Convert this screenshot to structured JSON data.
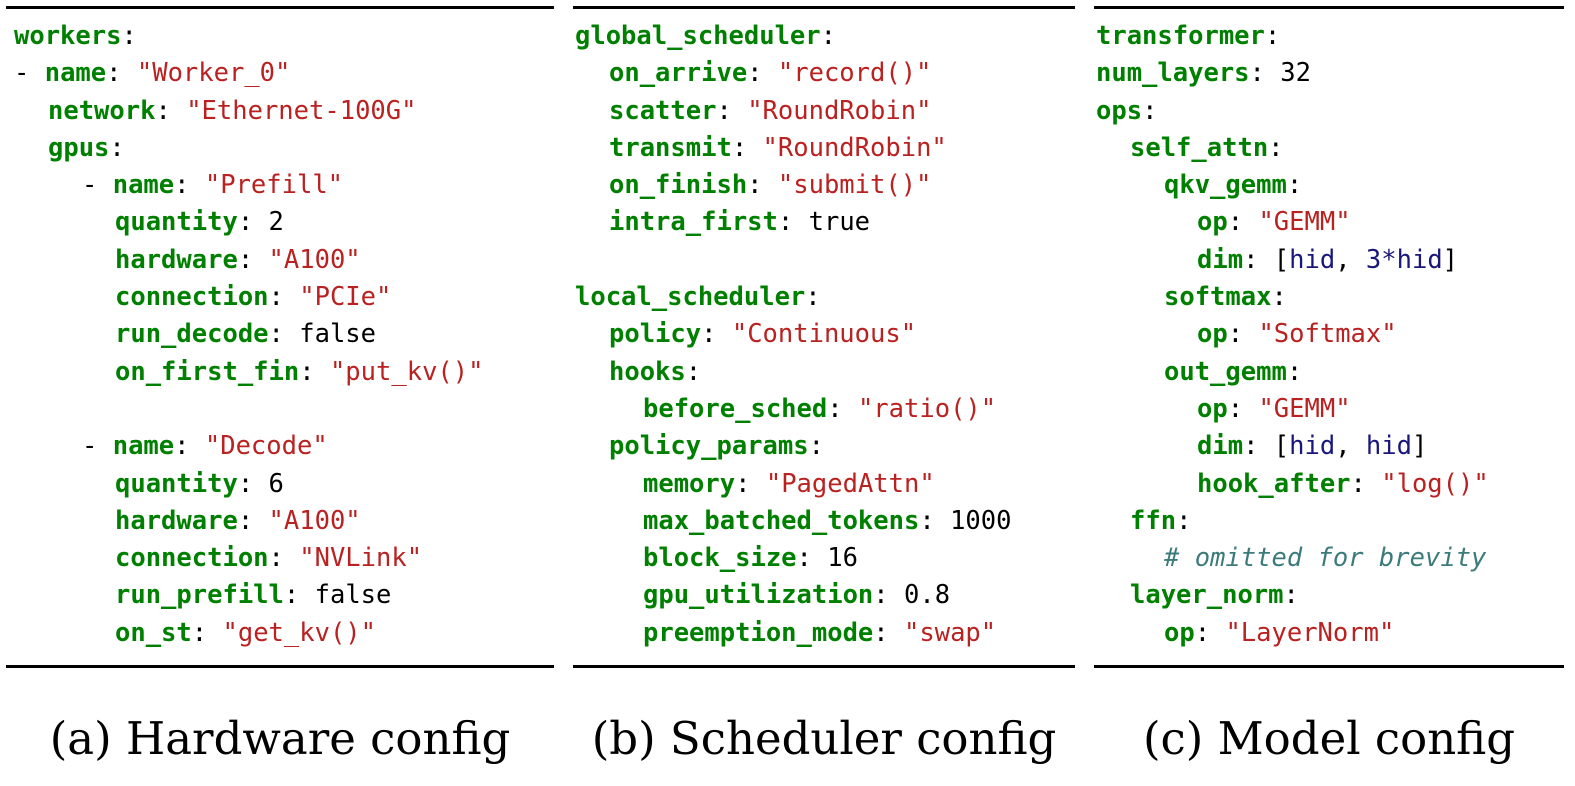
{
  "panels": [
    {
      "caption": "(a) Hardware config",
      "lines": [
        {
          "indent": 0,
          "parts": [
            [
              "k",
              "workers"
            ],
            [
              "p",
              ":"
            ]
          ]
        },
        {
          "indent": 0,
          "parts": [
            [
              "p",
              "- "
            ],
            [
              "k",
              "name"
            ],
            [
              "p",
              ": "
            ],
            [
              "s",
              "\"Worker_0\""
            ]
          ]
        },
        {
          "indent": 1,
          "parts": [
            [
              "k",
              "network"
            ],
            [
              "p",
              ": "
            ],
            [
              "s",
              "\"Ethernet-100G\""
            ]
          ]
        },
        {
          "indent": 1,
          "parts": [
            [
              "k",
              "gpus"
            ],
            [
              "p",
              ":"
            ]
          ]
        },
        {
          "indent": 2,
          "parts": [
            [
              "p",
              "- "
            ],
            [
              "k",
              "name"
            ],
            [
              "p",
              ": "
            ],
            [
              "s",
              "\"Prefill\""
            ]
          ]
        },
        {
          "indent": 3,
          "parts": [
            [
              "k",
              "quantity"
            ],
            [
              "p",
              ": "
            ],
            [
              "n",
              "2"
            ]
          ]
        },
        {
          "indent": 3,
          "parts": [
            [
              "k",
              "hardware"
            ],
            [
              "p",
              ": "
            ],
            [
              "s",
              "\"A100\""
            ]
          ]
        },
        {
          "indent": 3,
          "parts": [
            [
              "k",
              "connection"
            ],
            [
              "p",
              ": "
            ],
            [
              "s",
              "\"PCIe\""
            ]
          ]
        },
        {
          "indent": 3,
          "parts": [
            [
              "k",
              "run_decode"
            ],
            [
              "p",
              ": "
            ],
            [
              "n",
              "false"
            ]
          ]
        },
        {
          "indent": 3,
          "parts": [
            [
              "k",
              "on_first_fin"
            ],
            [
              "p",
              ": "
            ],
            [
              "s",
              "\"put_kv()\""
            ]
          ]
        },
        {
          "indent": 0,
          "parts": []
        },
        {
          "indent": 2,
          "parts": [
            [
              "p",
              "- "
            ],
            [
              "k",
              "name"
            ],
            [
              "p",
              ": "
            ],
            [
              "s",
              "\"Decode\""
            ]
          ]
        },
        {
          "indent": 3,
          "parts": [
            [
              "k",
              "quantity"
            ],
            [
              "p",
              ": "
            ],
            [
              "n",
              "6"
            ]
          ]
        },
        {
          "indent": 3,
          "parts": [
            [
              "k",
              "hardware"
            ],
            [
              "p",
              ": "
            ],
            [
              "s",
              "\"A100\""
            ]
          ]
        },
        {
          "indent": 3,
          "parts": [
            [
              "k",
              "connection"
            ],
            [
              "p",
              ": "
            ],
            [
              "s",
              "\"NVLink\""
            ]
          ]
        },
        {
          "indent": 3,
          "parts": [
            [
              "k",
              "run_prefill"
            ],
            [
              "p",
              ": "
            ],
            [
              "n",
              "false"
            ]
          ]
        },
        {
          "indent": 3,
          "parts": [
            [
              "k",
              "on_st"
            ],
            [
              "p",
              ": "
            ],
            [
              "s",
              "\"get_kv()\""
            ]
          ]
        }
      ]
    },
    {
      "caption": "(b) Scheduler config",
      "lines": [
        {
          "indent": 0,
          "parts": [
            [
              "k",
              "global_scheduler"
            ],
            [
              "p",
              ":"
            ]
          ]
        },
        {
          "indent": 1,
          "parts": [
            [
              "k",
              "on_arrive"
            ],
            [
              "p",
              ": "
            ],
            [
              "s",
              "\"record()\""
            ]
          ]
        },
        {
          "indent": 1,
          "parts": [
            [
              "k",
              "scatter"
            ],
            [
              "p",
              ": "
            ],
            [
              "s",
              "\"RoundRobin\""
            ]
          ]
        },
        {
          "indent": 1,
          "parts": [
            [
              "k",
              "transmit"
            ],
            [
              "p",
              ": "
            ],
            [
              "s",
              "\"RoundRobin\""
            ]
          ]
        },
        {
          "indent": 1,
          "parts": [
            [
              "k",
              "on_finish"
            ],
            [
              "p",
              ": "
            ],
            [
              "s",
              "\"submit()\""
            ]
          ]
        },
        {
          "indent": 1,
          "parts": [
            [
              "k",
              "intra_first"
            ],
            [
              "p",
              ": "
            ],
            [
              "n",
              "true"
            ]
          ]
        },
        {
          "indent": 0,
          "parts": []
        },
        {
          "indent": 0,
          "parts": [
            [
              "k",
              "local_scheduler"
            ],
            [
              "p",
              ":"
            ]
          ]
        },
        {
          "indent": 1,
          "parts": [
            [
              "k",
              "policy"
            ],
            [
              "p",
              ": "
            ],
            [
              "s",
              "\"Continuous\""
            ]
          ]
        },
        {
          "indent": 1,
          "parts": [
            [
              "k",
              "hooks"
            ],
            [
              "p",
              ":"
            ]
          ]
        },
        {
          "indent": 2,
          "parts": [
            [
              "k",
              "before_sched"
            ],
            [
              "p",
              ": "
            ],
            [
              "s",
              "\"ratio()\""
            ]
          ]
        },
        {
          "indent": 1,
          "parts": [
            [
              "k",
              "policy_params"
            ],
            [
              "p",
              ":"
            ]
          ]
        },
        {
          "indent": 2,
          "parts": [
            [
              "k",
              "memory"
            ],
            [
              "p",
              ": "
            ],
            [
              "s",
              "\"PagedAttn\""
            ]
          ]
        },
        {
          "indent": 2,
          "parts": [
            [
              "k",
              "max_batched_tokens"
            ],
            [
              "p",
              ": "
            ],
            [
              "n",
              "1000"
            ]
          ]
        },
        {
          "indent": 2,
          "parts": [
            [
              "k",
              "block_size"
            ],
            [
              "p",
              ": "
            ],
            [
              "n",
              "16"
            ]
          ]
        },
        {
          "indent": 2,
          "parts": [
            [
              "k",
              "gpu_utilization"
            ],
            [
              "p",
              ": "
            ],
            [
              "n",
              "0.8"
            ]
          ]
        },
        {
          "indent": 2,
          "parts": [
            [
              "k",
              "preemption_mode"
            ],
            [
              "p",
              ": "
            ],
            [
              "s",
              "\"swap\""
            ]
          ]
        }
      ]
    },
    {
      "caption": "(c) Model config",
      "lines": [
        {
          "indent": 0,
          "parts": [
            [
              "k",
              "transformer"
            ],
            [
              "p",
              ":"
            ]
          ]
        },
        {
          "indent": 0,
          "parts": [
            [
              "k",
              "num_layers"
            ],
            [
              "p",
              ": "
            ],
            [
              "n",
              "32"
            ]
          ]
        },
        {
          "indent": 0,
          "parts": [
            [
              "k",
              "ops"
            ],
            [
              "p",
              ":"
            ]
          ]
        },
        {
          "indent": 1,
          "parts": [
            [
              "k",
              "self_attn"
            ],
            [
              "p",
              ":"
            ]
          ]
        },
        {
          "indent": 2,
          "parts": [
            [
              "k",
              "qkv_gemm"
            ],
            [
              "p",
              ":"
            ]
          ]
        },
        {
          "indent": 3,
          "parts": [
            [
              "k",
              "op"
            ],
            [
              "p",
              ": "
            ],
            [
              "s",
              "\"GEMM\""
            ]
          ]
        },
        {
          "indent": 3,
          "parts": [
            [
              "k",
              "dim"
            ],
            [
              "p",
              ": ["
            ],
            [
              "v",
              "hid"
            ],
            [
              "p",
              ", "
            ],
            [
              "v",
              "3*hid"
            ],
            [
              "p",
              "]"
            ]
          ]
        },
        {
          "indent": 2,
          "parts": [
            [
              "k",
              "softmax"
            ],
            [
              "p",
              ":"
            ]
          ]
        },
        {
          "indent": 3,
          "parts": [
            [
              "k",
              "op"
            ],
            [
              "p",
              ": "
            ],
            [
              "s",
              "\"Softmax\""
            ]
          ]
        },
        {
          "indent": 2,
          "parts": [
            [
              "k",
              "out_gemm"
            ],
            [
              "p",
              ":"
            ]
          ]
        },
        {
          "indent": 3,
          "parts": [
            [
              "k",
              "op"
            ],
            [
              "p",
              ": "
            ],
            [
              "s",
              "\"GEMM\""
            ]
          ]
        },
        {
          "indent": 3,
          "parts": [
            [
              "k",
              "dim"
            ],
            [
              "p",
              ": ["
            ],
            [
              "v",
              "hid"
            ],
            [
              "p",
              ", "
            ],
            [
              "v",
              "hid"
            ],
            [
              "p",
              "]"
            ]
          ]
        },
        {
          "indent": 3,
          "parts": [
            [
              "k",
              "hook_after"
            ],
            [
              "p",
              ": "
            ],
            [
              "s",
              "\"log()\""
            ]
          ]
        },
        {
          "indent": 1,
          "parts": [
            [
              "k",
              "ffn"
            ],
            [
              "p",
              ":"
            ]
          ]
        },
        {
          "indent": 2,
          "parts": [
            [
              "c",
              "# omitted for brevity"
            ]
          ]
        },
        {
          "indent": 1,
          "parts": [
            [
              "k",
              "layer_norm"
            ],
            [
              "p",
              ":"
            ]
          ]
        },
        {
          "indent": 2,
          "parts": [
            [
              "k",
              "op"
            ],
            [
              "p",
              ": "
            ],
            [
              "s",
              "\"LayerNorm\""
            ]
          ]
        }
      ]
    }
  ]
}
